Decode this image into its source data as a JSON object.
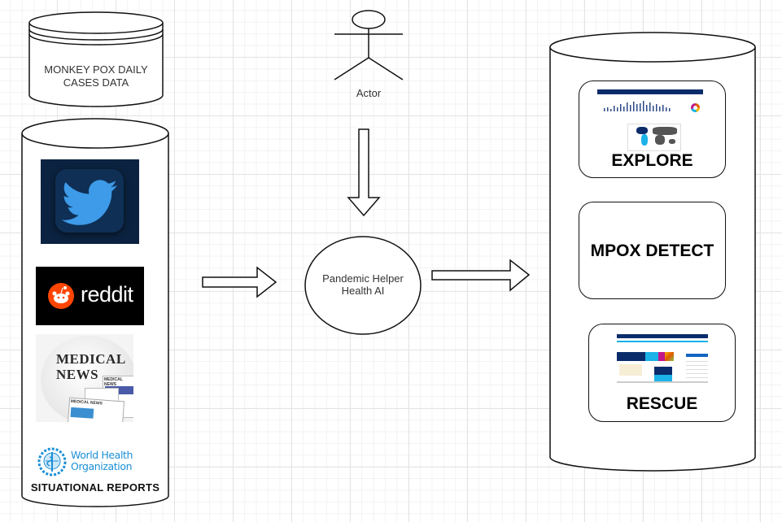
{
  "diagram": {
    "data_sources": {
      "daily_cases_db": {
        "label": "MONKEY POX DAILY CASES DATA",
        "line1": "MONKEY POX DAILY",
        "line2": "CASES DATA"
      },
      "social_db": {
        "logos": [
          {
            "name": "twitter",
            "icon": "twitter-bird-icon"
          },
          {
            "name": "reddit",
            "text": "reddit",
            "icon": "reddit-alien-icon"
          },
          {
            "name": "medical-news",
            "line1": "MEDICAL",
            "line2": "NEWS",
            "paper_label": "MEDICAL NEWS"
          },
          {
            "name": "who",
            "line1": "World Health",
            "line2": "Organization",
            "icon": "who-emblem-icon"
          }
        ],
        "caption": "SITUATIONAL REPORTS"
      }
    },
    "actor": {
      "label": "Actor"
    },
    "process": {
      "line1": "Pandemic Helper",
      "line2": "Health AI"
    },
    "outputs": {
      "explore": {
        "label": "EXPLORE"
      },
      "detect": {
        "label": "MPOX DETECT"
      },
      "rescue": {
        "label": "RESCUE"
      }
    },
    "colors": {
      "twitter_bg": "#0b2340",
      "twitter_blue": "#3d9be9",
      "reddit_orange": "#ff4500",
      "who_blue": "#1a8fd6",
      "dashboard_navy": "#0b2c6b",
      "dashboard_cyan": "#1ab2e8",
      "dashboard_magenta": "#c2188c"
    }
  }
}
